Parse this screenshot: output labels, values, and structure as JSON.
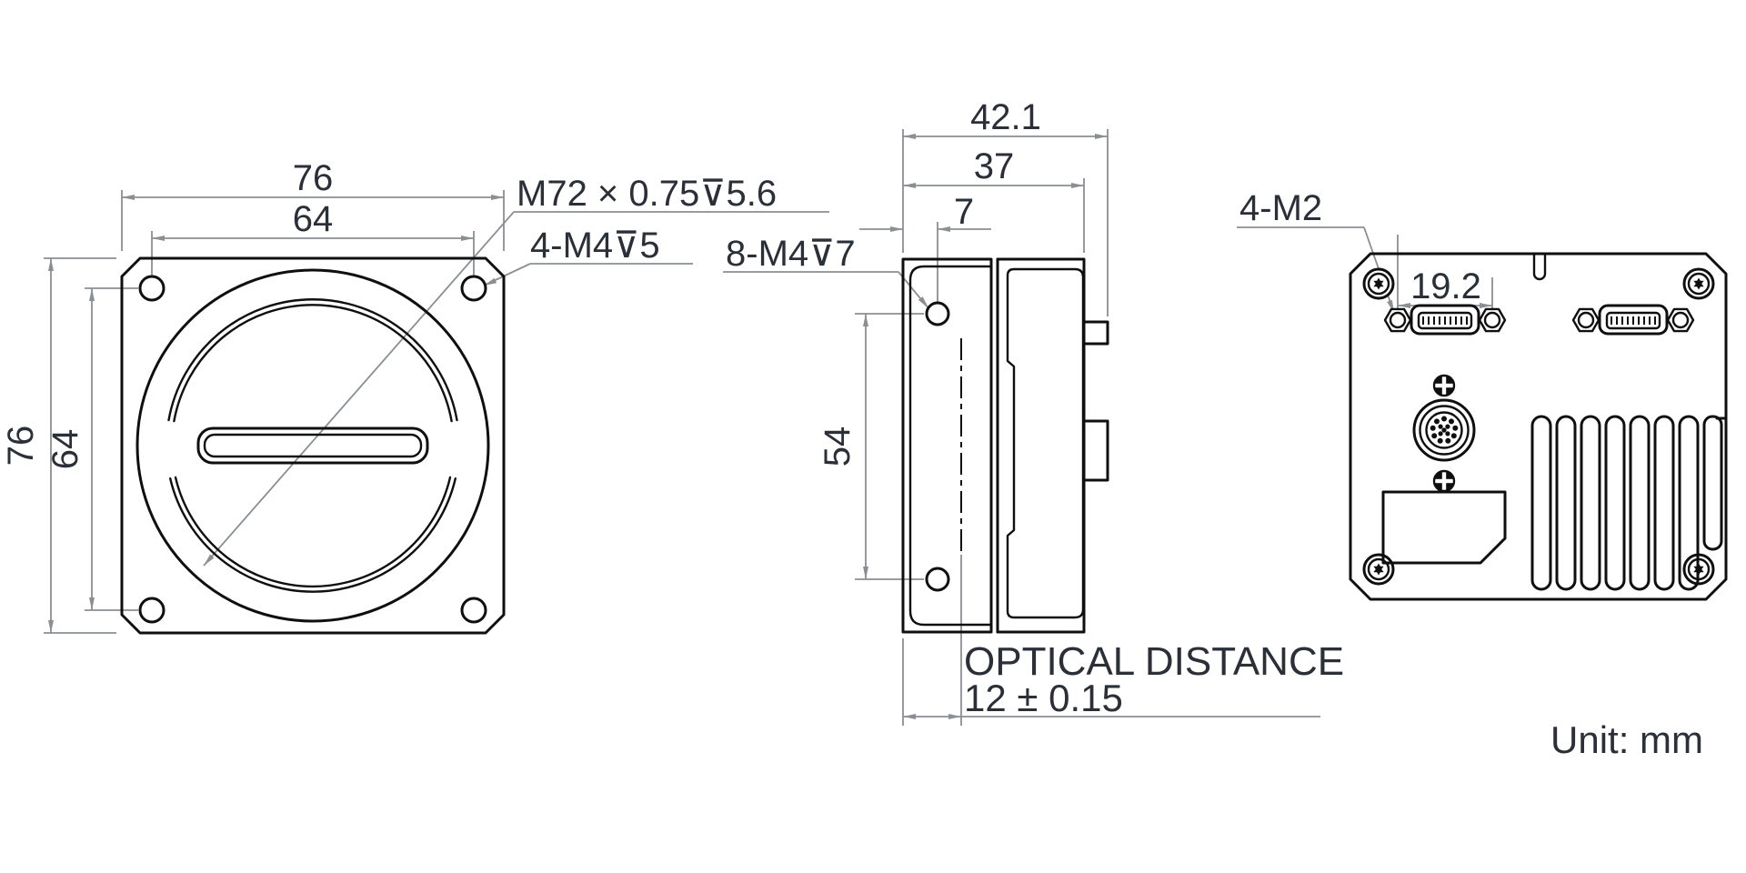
{
  "drawing": {
    "unit_label": "Unit: mm",
    "colors": {
      "line": "#0f0f0f",
      "dimension": "#8a8f94",
      "text": "#2a2f38"
    },
    "front_view": {
      "width_outer": "76",
      "width_inner": "64",
      "height_outer": "76",
      "height_inner": "64",
      "lens_thread_label": "M72 × 0.75⊽5.6",
      "mount_holes_label": "4-M4⊽5"
    },
    "side_view": {
      "depth_overall": "42.1",
      "depth_body": "37",
      "hole_offset": "7",
      "hole_spacing": "54",
      "side_holes_label": "8-M4⊽7",
      "optical_distance_label": "OPTICAL DISTANCE",
      "optical_distance_value": "12 ± 0.15"
    },
    "back_view": {
      "back_holes_label": "4-M2",
      "connector_spacing": "19.2"
    }
  }
}
